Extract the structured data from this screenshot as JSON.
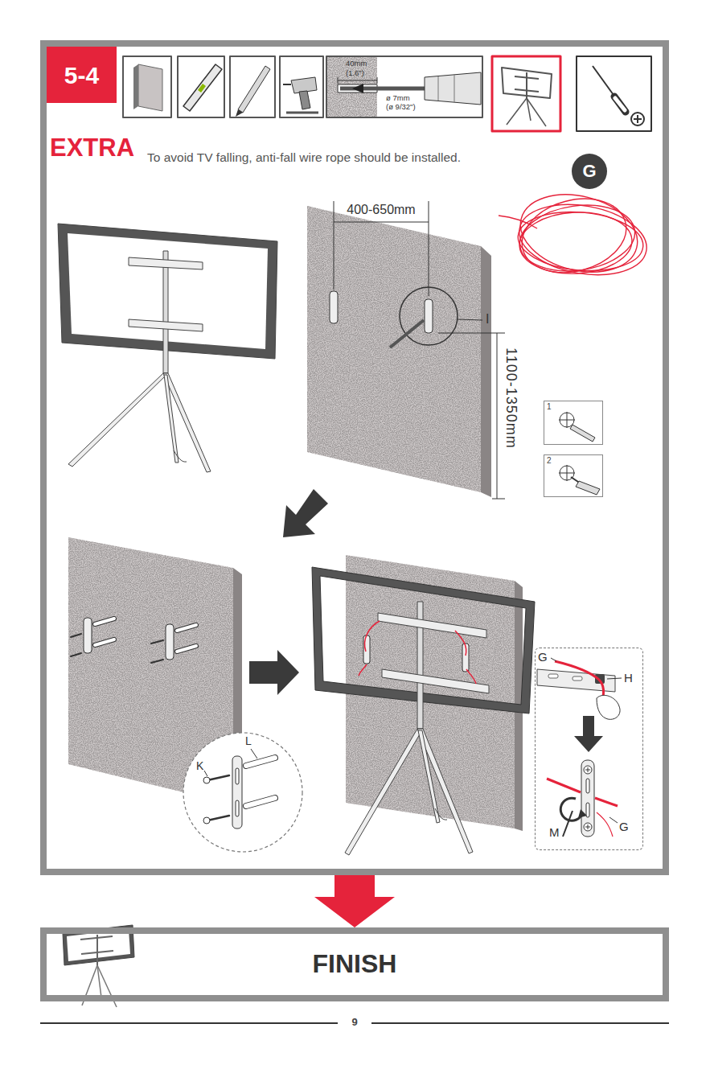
{
  "diagram": {
    "nodes": [
      {
        "text": [
          "EXTRA",
          "To avoid TV falling, anti-fall wire rope should be installed."
        ]
      },
      {
        "text": [
          "5-4"
        ],
        "in": 0
      },
      {
        "text": [
          "G"
        ],
        "in": 0
      },
      {
        "text": [
          "1"
        ],
        "in": 0
      },
      {
        "text": [
          "2"
        ],
        "in": 0
      },
      {
        "text": [
          "L",
          "K"
        ],
        "in": 0
      },
      {
        "text": [
          "G",
          "H",
          "G",
          "M"
        ],
        "in": 0
      },
      {
        "text": [
          "FINISH"
        ]
      }
    ],
    "edges": [
      {
        "from": 0,
        "to": 7,
        "arrow": "to"
      }
    ],
    "labels": [
      "40mm",
      "(1.6\")",
      "ø 7mm",
      "(ø 9/32\")",
      "400-650mm",
      "I",
      "1100-1350mm",
      "9"
    ]
  }
}
